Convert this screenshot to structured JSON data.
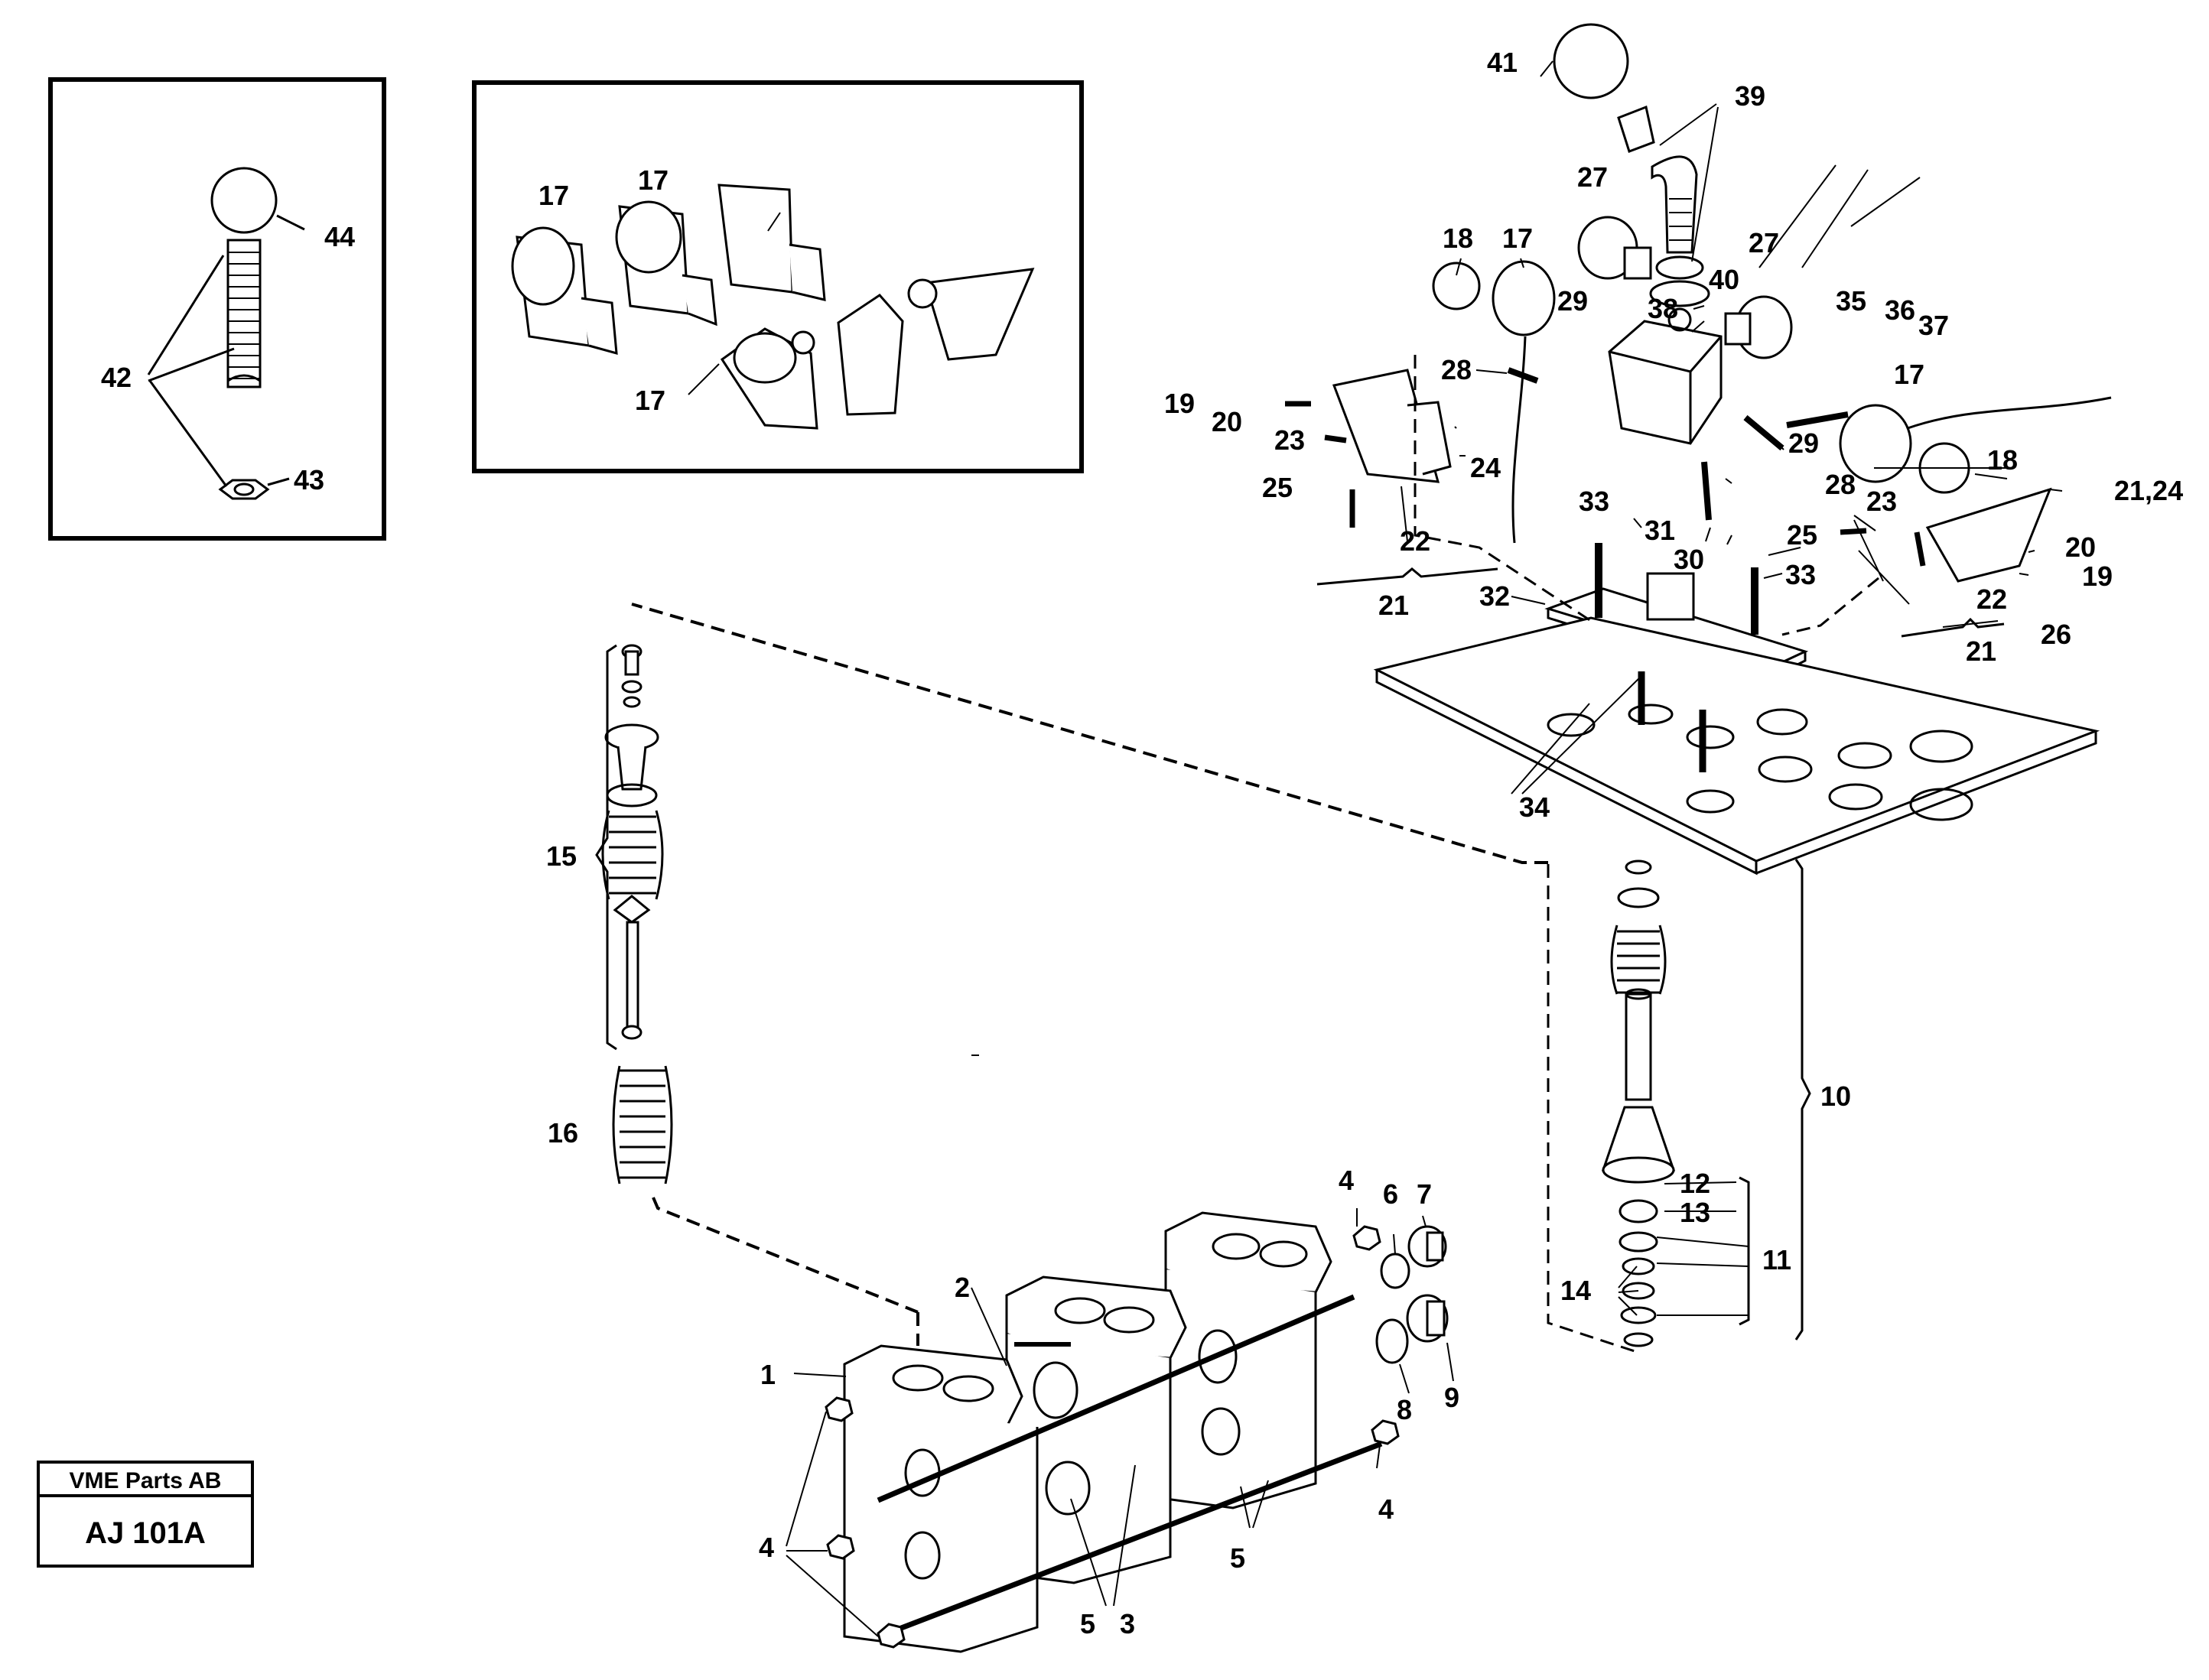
{
  "caption": {
    "company": "VME Parts AB",
    "code": "AJ 101A"
  },
  "labels": {
    "n1": "1",
    "n2": "2",
    "n3": "3",
    "n4": "4",
    "n5": "5",
    "n6": "6",
    "n7": "7",
    "n8": "8",
    "n9": "9",
    "n10": "10",
    "n11": "11",
    "n12": "12",
    "n13": "13",
    "n14": "14",
    "n15": "15",
    "n16": "16",
    "n17": "17",
    "n18": "18",
    "n19": "19",
    "n20": "20",
    "n21": "21",
    "n21_24": "21,24",
    "n22": "22",
    "n23": "23",
    "n24": "24",
    "n25": "25",
    "n26": "26",
    "n27": "27",
    "n28": "28",
    "n29": "29",
    "n30": "30",
    "n31": "31",
    "n32": "32",
    "n33": "33",
    "n34": "34",
    "n35": "35",
    "n36": "36",
    "n37": "37",
    "n38": "38",
    "n39": "39",
    "n40": "40",
    "n41": "41",
    "n42": "42",
    "n43": "43",
    "n44": "44"
  },
  "colors": {
    "ink": "#000000",
    "paper": "#ffffff"
  }
}
